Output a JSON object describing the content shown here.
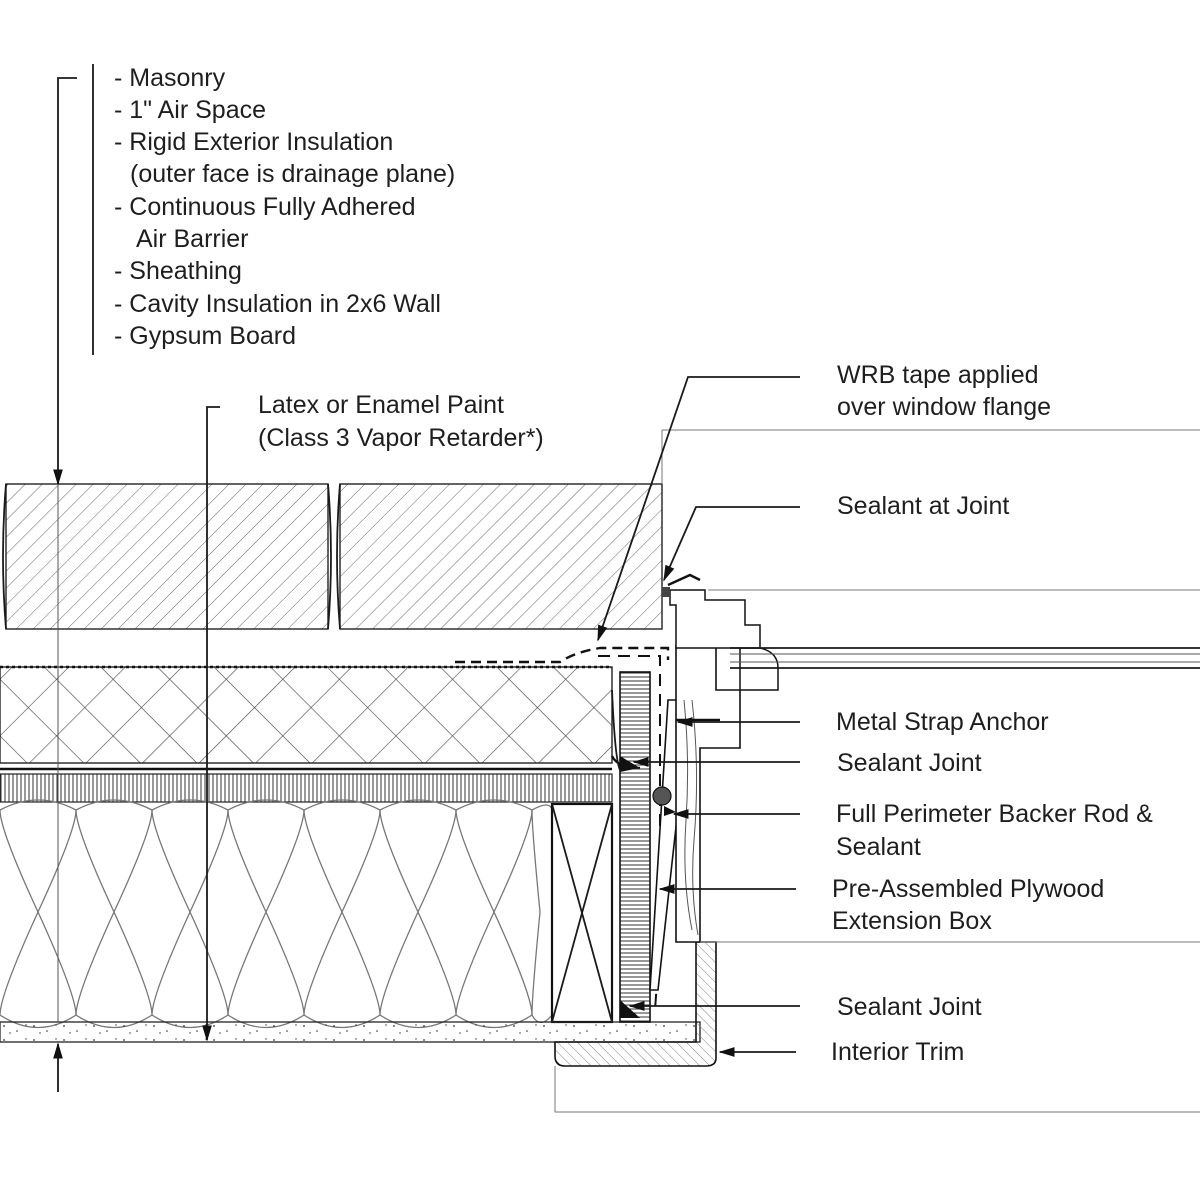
{
  "wall_assembly_layers": [
    "- Masonry",
    "- 1\" Air Space",
    "- Rigid Exterior Insulation",
    "(outer face is drainage plane)",
    "- Continuous Fully Adhered",
    "Air Barrier",
    "- Sheathing",
    "- Cavity Insulation in 2x6 Wall",
    "- Gypsum Board"
  ],
  "paint_note": [
    "Latex or Enamel Paint",
    "(Class 3 Vapor Retarder*)"
  ],
  "callouts": {
    "wrb_tape": [
      "WRB tape applied",
      "over window flange"
    ],
    "sealant_at_joint": "Sealant at Joint",
    "metal_strap_anchor": "Metal Strap Anchor",
    "sealant_joint_upper": "Sealant Joint",
    "backer_rod": [
      "Full Perimeter Backer Rod &",
      "Sealant"
    ],
    "extension_box": [
      "Pre-Assembled Plywood",
      "Extension Box"
    ],
    "sealant_joint_lower": "Sealant Joint",
    "interior_trim": "Interior Trim"
  },
  "colors": {
    "line": "#1a1a1a",
    "text": "#1e1e1e",
    "background": "#ffffff"
  }
}
